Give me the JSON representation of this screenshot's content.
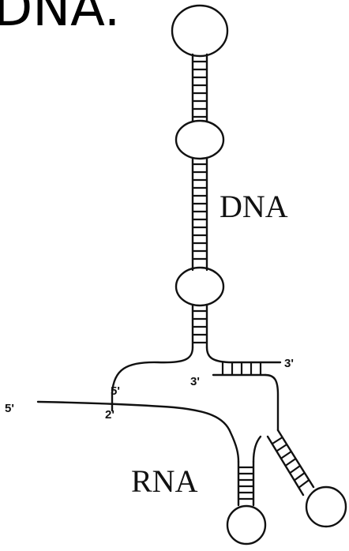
{
  "title": "DNA.",
  "labels": {
    "dna": "DNA",
    "rna": "RNA"
  },
  "end_labels": {
    "rna_5prime": "5'",
    "branch_5prime": "5'",
    "branch_2prime": "2'",
    "hybrid_3prime_left": "3'",
    "hybrid_3prime_right": "3'"
  }
}
